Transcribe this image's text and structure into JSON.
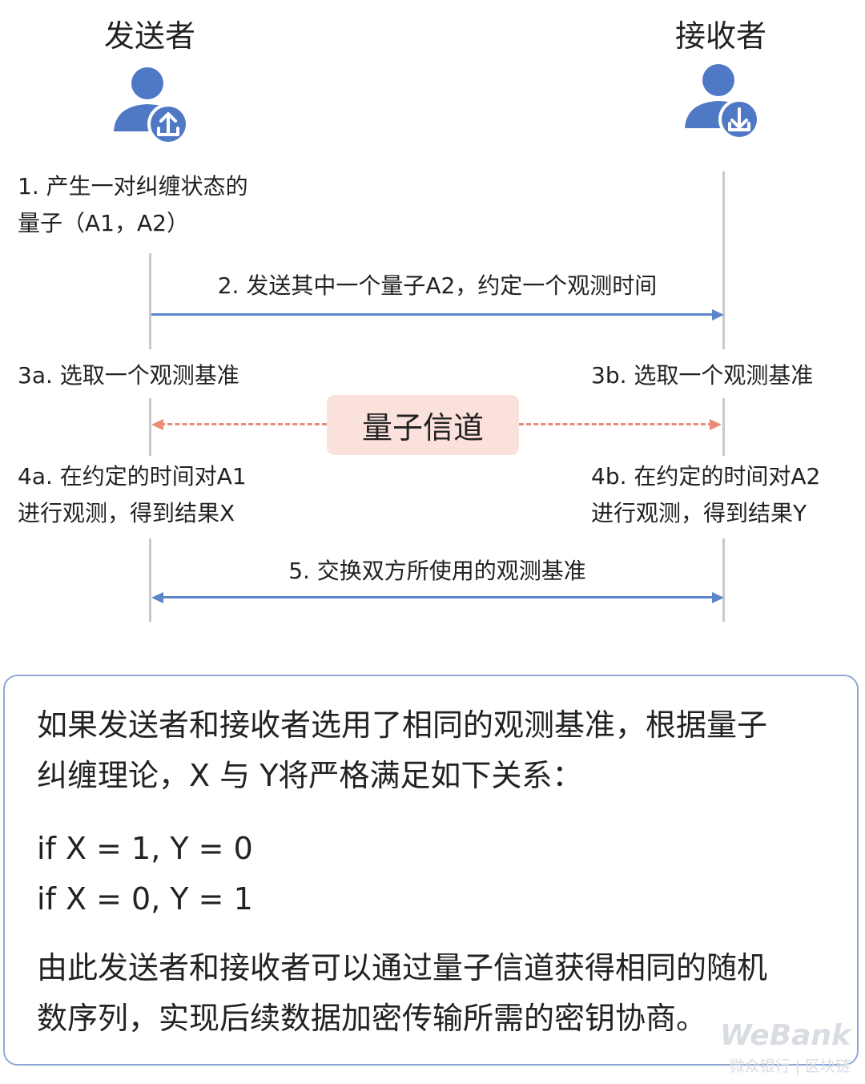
{
  "sender": {
    "title": "发送者",
    "icon": "user-upload-icon"
  },
  "receiver": {
    "title": "接收者",
    "icon": "user-download-icon"
  },
  "steps": {
    "s1_line1": "1. 产生一对纠缠状态的",
    "s1_line2": "量子（A1，A2）",
    "s2": "2. 发送其中一个量子A2，约定一个观测时间",
    "s3a": "3a. 选取一个观测基准",
    "s3b": "3b. 选取一个观测基准",
    "channel": "量子信道",
    "s4a_line1": "4a. 在约定的时间对A1",
    "s4a_line2": "进行观测，得到结果X",
    "s4b_line1": "4b. 在约定的时间对A2",
    "s4b_line2": "进行观测，得到结果Y",
    "s5": "5. 交换双方所使用的观测基准"
  },
  "note": {
    "line1": "如果发送者和接收者选用了相同的观测基准，根据量子",
    "line2": "纠缠理论，X 与 Y将严格满足如下关系：",
    "cond1": "if X = 1, Y = 0",
    "cond2": "if X = 0, Y = 1",
    "line3": "由此发送者和接收者可以通过量子信道获得相同的随机",
    "line4": "数序列，实现后续数据加密传输所需的密钥协商。"
  },
  "watermark": {
    "logo": "WeBank",
    "sub": "微众银行 | 区块链"
  },
  "colors": {
    "accent": "#5b85c8",
    "icon": "#4f78c5",
    "channel_bg": "#fbe1dc",
    "channel_arrow": "#ea8a78",
    "lifeline": "#c9c9c9",
    "box_border": "#8ea8d6"
  }
}
